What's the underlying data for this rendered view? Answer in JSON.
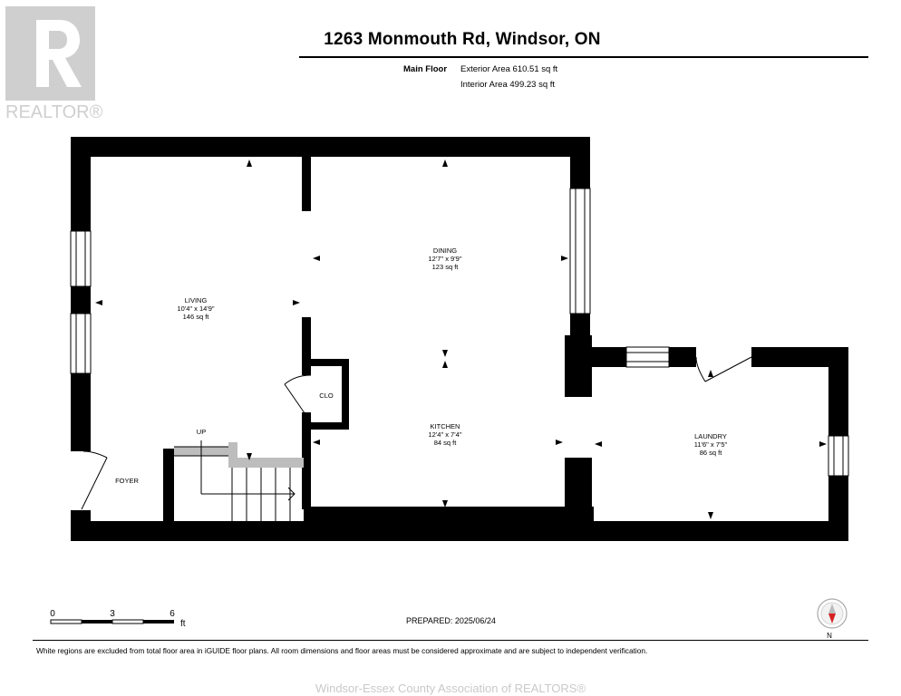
{
  "header": {
    "logo_text": "REALTOR®",
    "address": "1263 Monmouth Rd, Windsor, ON",
    "floor_label": "Main Floor",
    "exterior_area": "Exterior Area 610.51 sq ft",
    "interior_area": "Interior Area 499.23 sq ft"
  },
  "rooms": {
    "living": {
      "name": "LIVING",
      "dims": "10'4\" x 14'9\"",
      "area": "146 sq ft"
    },
    "dining": {
      "name": "DINING",
      "dims": "12'7\" x 9'9\"",
      "area": "123 sq ft"
    },
    "kitchen": {
      "name": "KITCHEN",
      "dims": "12'4\" x 7'4\"",
      "area": "84 sq ft"
    },
    "laundry": {
      "name": "LAUNDRY",
      "dims": "11'6\" x 7'5\"",
      "area": "86 sq ft"
    },
    "clo": {
      "name": "CLO"
    },
    "foyer": {
      "name": "FOYER"
    },
    "stairs": {
      "label": "UP"
    }
  },
  "scale_bar": {
    "ticks": [
      "0",
      "3",
      "6"
    ],
    "unit": "ft"
  },
  "prepared": "PREPARED: 2025/06/24",
  "compass": {
    "label": "N",
    "icon": "compass-icon"
  },
  "disclaimer": "White regions are excluded from total floor area in iGUIDE floor plans. All room dimensions and floor areas must be considered approximate and are subject to independent verification.",
  "footer": "Windsor-Essex County Association of REALTORS®"
}
